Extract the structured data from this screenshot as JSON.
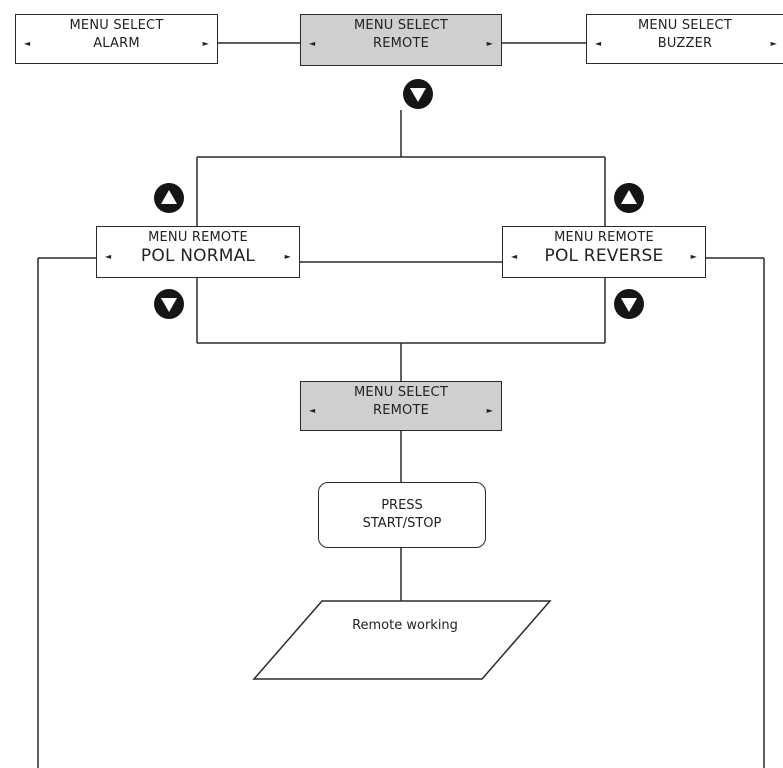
{
  "boxes": {
    "alarm": {
      "line1": "MENU SELECT",
      "line2": "ALARM",
      "arrow_left": "◄",
      "arrow_right": "►"
    },
    "remote_top": {
      "line1": "MENU SELECT",
      "line2": "REMOTE",
      "arrow_left": "◄",
      "arrow_right": "►"
    },
    "buzzer": {
      "line1": "MENU SELECT",
      "line2": "BUZZER",
      "arrow_left": "◄",
      "arrow_right": "►"
    },
    "pol_normal": {
      "line1": "MENU REMOTE",
      "line2": "POL NORMAL",
      "arrow_left": "◄",
      "arrow_right": "►"
    },
    "pol_reverse": {
      "line1": "MENU REMOTE",
      "line2": "POL REVERSE",
      "arrow_left": "◄",
      "arrow_right": "►"
    },
    "remote_mid": {
      "line1": "MENU SELECT",
      "line2": "REMOTE",
      "arrow_left": "◄",
      "arrow_right": "►"
    }
  },
  "press": {
    "line1": "PRESS",
    "line2": "START/STOP"
  },
  "status": {
    "text": "Remote working"
  },
  "nav_icons": {
    "up": "up-arrow-button-icon",
    "down": "down-arrow-button-icon"
  },
  "colors": {
    "selected_box": "#cfcfcf",
    "nav_button": "#151515",
    "line": "#2a2a2a"
  }
}
